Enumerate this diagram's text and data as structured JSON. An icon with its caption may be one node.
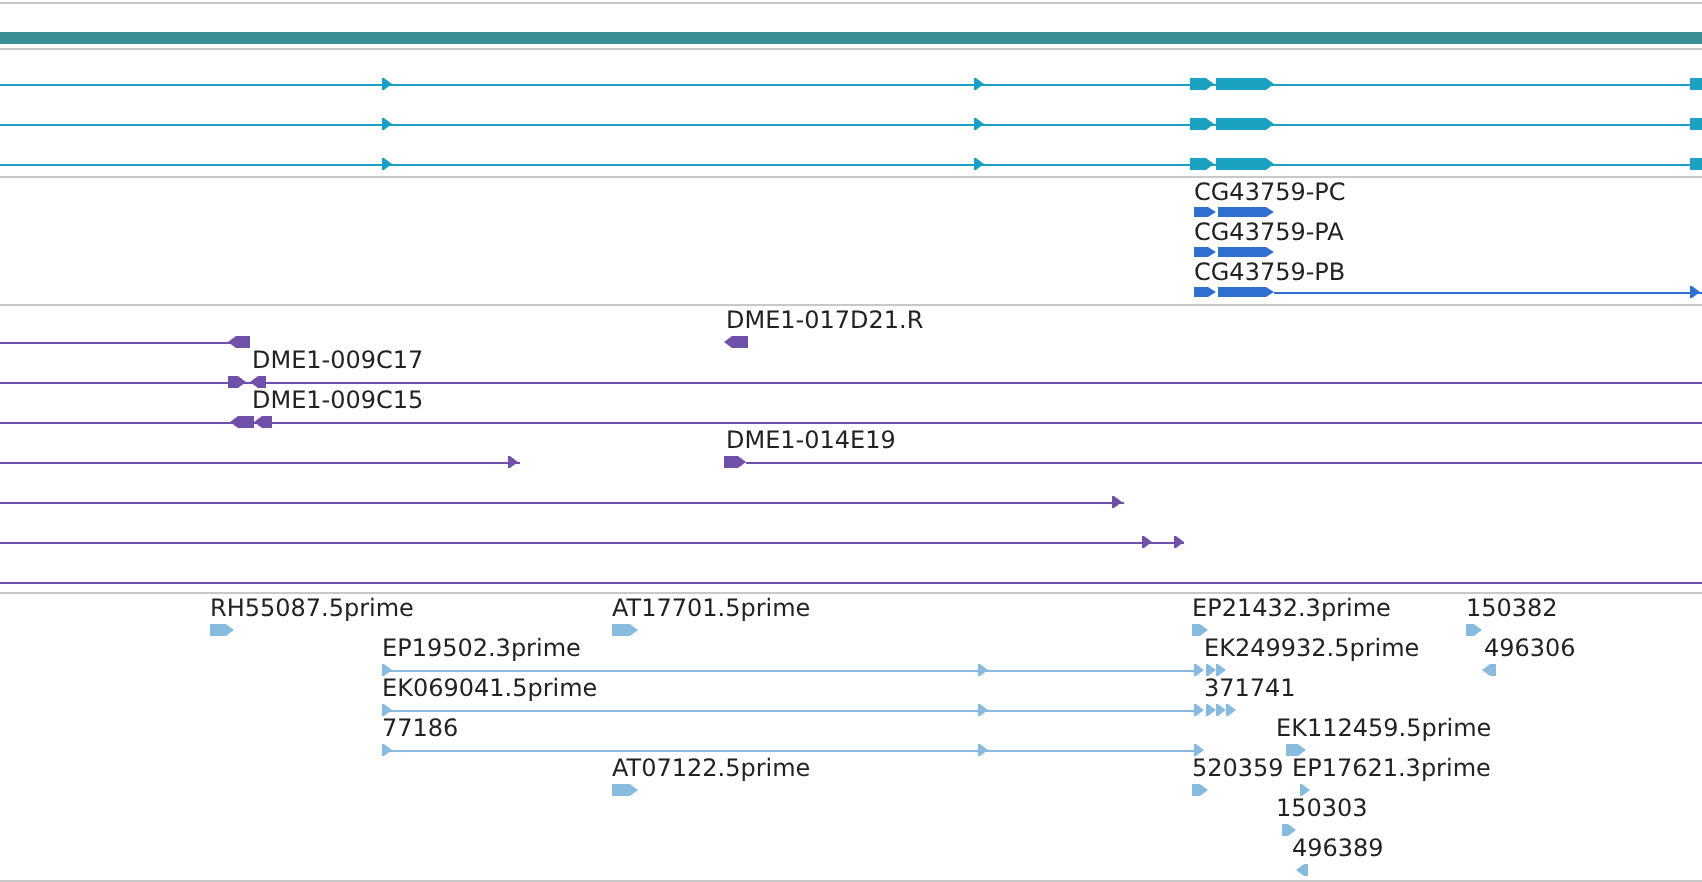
{
  "diagram": {
    "labels": [
      "CG43759-PC",
      "CG43759-PA",
      "CG43759-PB",
      "DME1-017D21.R",
      "DME1-009C17",
      "DME1-009C15",
      "DME1-014E19",
      "RH55087.5prime",
      "AT17701.5prime",
      "EP21432.3prime",
      "150382",
      "EP19502.3prime",
      "EK249932.5prime",
      "496306",
      "EK069041.5prime",
      "371741",
      "77186",
      "EK112459.5prime",
      "AT07122.5prime",
      "520359",
      "EP17621.3prime",
      "150303",
      "496389"
    ]
  }
}
